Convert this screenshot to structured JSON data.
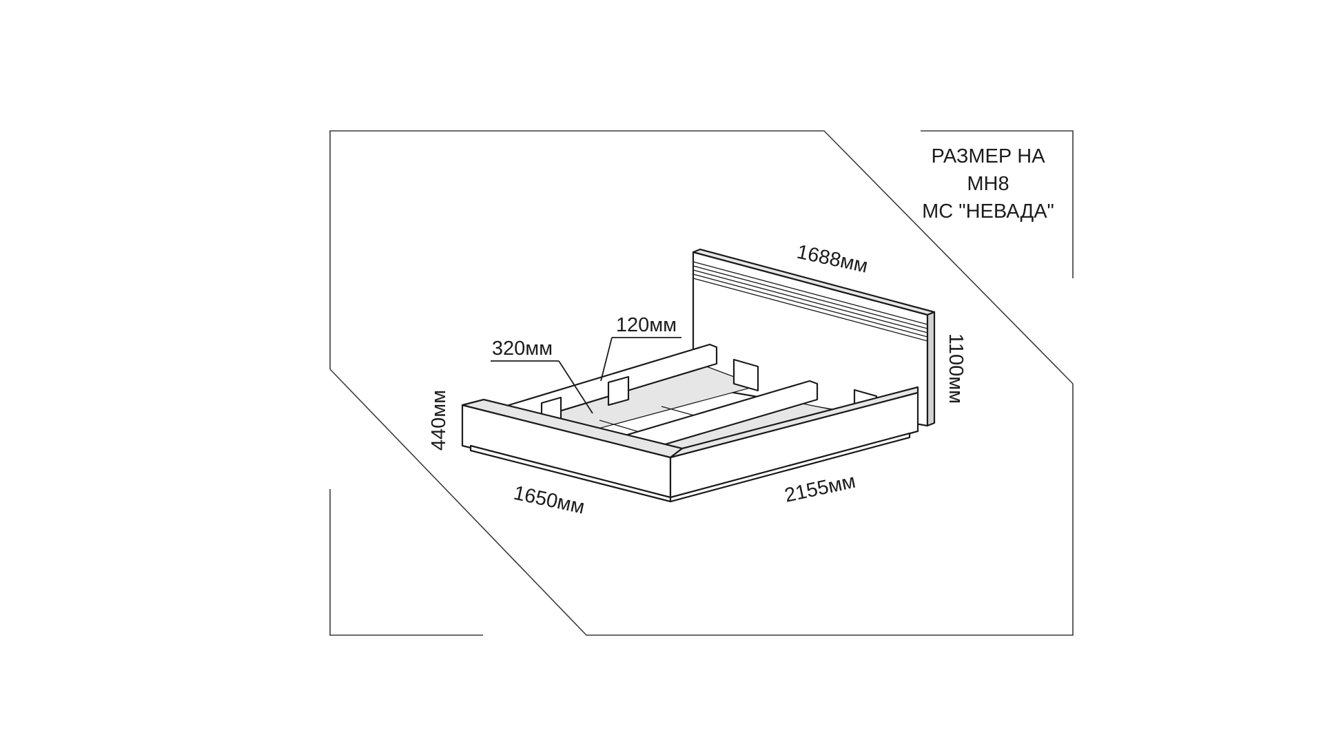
{
  "title": {
    "line1": "РАЗМЕР НА",
    "line2": "МН8",
    "line3": "МС \"НЕВАДА\""
  },
  "dimensions": {
    "headboard_width": "1688мм",
    "headboard_height": "1100мм",
    "bed_height": "440мм",
    "bed_width": "1650мм",
    "bed_length": "2155мм",
    "drawer_depth": "320мм",
    "rail_height": "120мм"
  },
  "colors": {
    "line": "#1a1a1a",
    "frame": "#3a3a3a",
    "background": "#ffffff"
  }
}
